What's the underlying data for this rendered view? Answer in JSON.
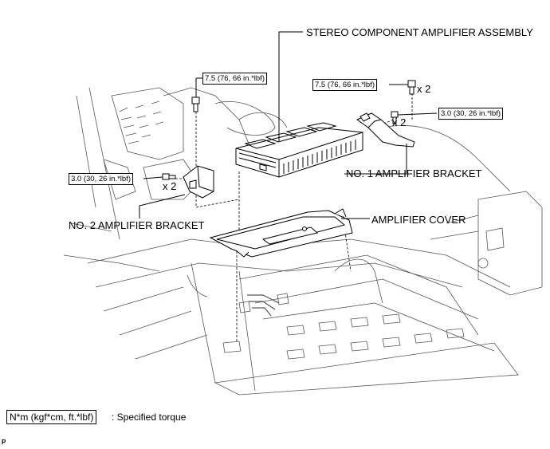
{
  "callouts": {
    "stereo_amp": "STEREO COMPONENT AMPLIFIER ASSEMBLY",
    "bracket1": "NO. 1 AMPLIFIER BRACKET",
    "bracket2": "NO. 2 AMPLIFIER BRACKET",
    "cover": "AMPLIFIER COVER"
  },
  "torques": {
    "t_left_top": "7.5 (76, 66 in.*lbf)",
    "t_right_top": "7.5 (76, 66 in.*lbf)",
    "t_right_mid": "3.0 (30, 26 in.*lbf)",
    "t_left_mid": "3.0 (30, 26 in.*lbf)"
  },
  "quantities": {
    "q_right_top": "x 2",
    "q_right_mid": "x 2",
    "q_left_mid": "x 2"
  },
  "legend": {
    "box": "N*m (kgf*cm, ft.*lbf)",
    "text": ": Specified torque"
  },
  "corner_mark": "P"
}
